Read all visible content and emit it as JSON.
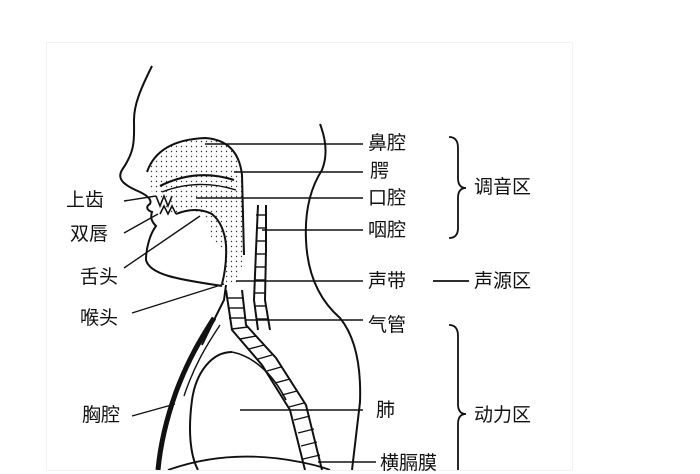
{
  "diagram": {
    "left_labels": {
      "upper_teeth": "上齿",
      "lips": "双唇",
      "tongue": "舌头",
      "larynx": "喉头",
      "thoracic_cavity": "胸腔"
    },
    "right_labels": {
      "nasal_cavity": "鼻腔",
      "palate": "腭",
      "oral_cavity": "口腔",
      "pharyngeal_cavity": "咽腔",
      "vocal_cords": "声带",
      "trachea": "气管",
      "lungs": "肺",
      "diaphragm": "横膈膜"
    },
    "regions": {
      "resonance": "调音区",
      "sound_source": "声源区",
      "power": "动力区"
    }
  }
}
